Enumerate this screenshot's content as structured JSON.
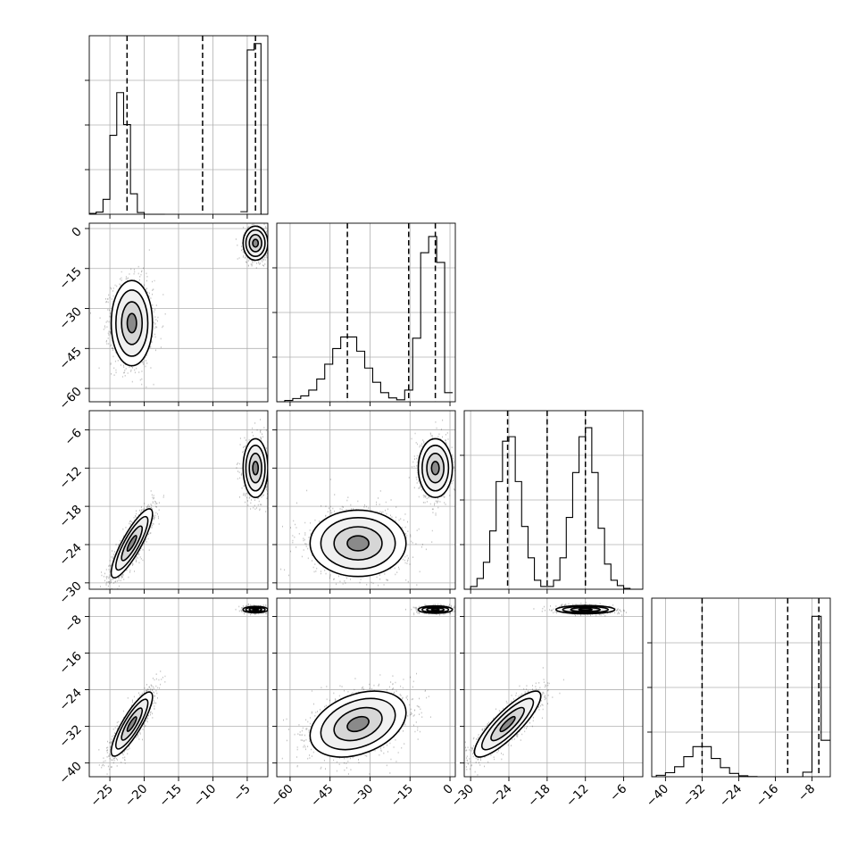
{
  "chart_data": {
    "type": "corner",
    "n_params": 4,
    "grid": true,
    "colors": {
      "line": "#000000",
      "grid": "#b0b0b0",
      "scatter": "#000000",
      "contour_fill": "#f2f2f2"
    },
    "params": [
      {
        "range": [
          -28,
          -2
        ],
        "ticks": [
          -25,
          -20,
          -15,
          -10,
          -5
        ],
        "tick_labels": [
          "−25",
          "−20",
          "−15",
          "−10",
          "−5"
        ]
      },
      {
        "range": [
          -65,
          2
        ],
        "ticks": [
          -60,
          -45,
          -30,
          -15,
          0
        ],
        "tick_labels": [
          "−60",
          "−45",
          "−30",
          "−15",
          "0"
        ]
      },
      {
        "range": [
          -31,
          -3
        ],
        "ticks": [
          -30,
          -24,
          -18,
          -12,
          -6
        ],
        "tick_labels": [
          "−30",
          "−24",
          "−18",
          "−12",
          "−6"
        ]
      },
      {
        "range": [
          -43,
          -4
        ],
        "ticks": [
          -40,
          -32,
          -24,
          -16,
          -8
        ],
        "tick_labels": [
          "−40",
          "−32",
          "−24",
          "−16",
          "−8"
        ]
      }
    ],
    "quantiles": [
      [
        -22.5,
        -11.5,
        -3.8
      ],
      [
        -38.5,
        -15.5,
        -5.5
      ],
      [
        -24.2,
        -18.0,
        -12.0
      ],
      [
        -32.0,
        -13.3,
        -6.5
      ]
    ],
    "histograms": [
      {
        "edges": [
          -28,
          -27,
          -26,
          -25,
          -24,
          -23,
          -22,
          -21,
          -20,
          -19,
          -18,
          -17
        ],
        "counts": [
          2,
          5,
          35,
          185,
          285,
          210,
          48,
          4,
          0,
          0,
          0
        ],
        "tail": {
          "edges": [
            -6,
            -5,
            -4,
            -3,
            -2
          ],
          "counts": [
            6,
            385,
            400,
            0
          ]
        },
        "ymax": 410
      },
      {
        "edges": [
          -65,
          -62,
          -59,
          -56,
          -53,
          -50,
          -47,
          -44,
          -41,
          -38,
          -35,
          -32,
          -29,
          -26,
          -23,
          -20,
          -17,
          -14,
          -11,
          -8,
          -5,
          -2,
          1
        ],
        "counts": [
          0,
          2,
          5,
          9,
          18,
          35,
          58,
          82,
          100,
          100,
          78,
          52,
          30,
          14,
          6,
          3,
          18,
          98,
          230,
          255,
          215,
          14
        ],
        "ymax": 270
      },
      {
        "edges": [
          -31,
          -30,
          -29,
          -28,
          -27,
          -26,
          -25,
          -24,
          -23,
          -22,
          -21,
          -20,
          -19,
          -18,
          -17,
          -16,
          -15,
          -14,
          -13,
          -12,
          -11,
          -10,
          -9,
          -8,
          -7,
          -6,
          -5,
          -4,
          -3
        ],
        "counts": [
          0,
          3,
          12,
          30,
          65,
          120,
          165,
          170,
          120,
          70,
          35,
          10,
          3,
          3,
          10,
          35,
          80,
          130,
          170,
          180,
          130,
          68,
          28,
          10,
          4,
          1,
          0,
          0
        ],
        "ymax": 195
      },
      {
        "edges": [
          -43,
          -42,
          -40,
          -38,
          -36,
          -34,
          -32,
          -30,
          -28,
          -26,
          -24,
          -22,
          -20,
          -18,
          -16,
          -14,
          -12,
          -10,
          -8,
          -6,
          -4
        ],
        "counts": [
          0,
          8,
          22,
          55,
          110,
          165,
          165,
          100,
          50,
          18,
          5,
          1,
          0,
          0,
          0,
          0,
          0,
          25,
          880,
          200
        ],
        "ymax": 960
      }
    ],
    "pairs": [
      {
        "x": 0,
        "y": 1,
        "modes": [
          {
            "cx": -21.8,
            "cy": -35.5,
            "sx": 1.5,
            "sy": 8.0,
            "rho": 0.0,
            "n": 1500
          },
          {
            "cx": -3.8,
            "cy": -5.5,
            "sx": 0.9,
            "sy": 3.2,
            "rho": 0.0,
            "n": 900
          }
        ]
      },
      {
        "x": 0,
        "y": 2,
        "modes": [
          {
            "cx": -21.8,
            "cy": -23.8,
            "sx": 1.5,
            "sy": 2.7,
            "rho": 0.85,
            "n": 1500
          },
          {
            "cx": -3.8,
            "cy": -12.0,
            "sx": 0.9,
            "sy": 2.3,
            "rho": 0.0,
            "n": 900
          }
        ]
      },
      {
        "x": 0,
        "y": 3,
        "modes": [
          {
            "cx": -21.8,
            "cy": -31.5,
            "sx": 1.5,
            "sy": 3.5,
            "rho": 0.85,
            "n": 1500
          },
          {
            "cx": -3.8,
            "cy": -6.5,
            "sx": 0.9,
            "sy": 0.35,
            "rho": 0.0,
            "n": 700
          }
        ]
      },
      {
        "x": 1,
        "y": 2,
        "modes": [
          {
            "cx": -34.5,
            "cy": -23.8,
            "sx": 9.0,
            "sy": 2.6,
            "rho": 0.0,
            "n": 1500
          },
          {
            "cx": -5.5,
            "cy": -12.0,
            "sx": 3.2,
            "sy": 2.3,
            "rho": 0.0,
            "n": 900
          }
        ]
      },
      {
        "x": 1,
        "y": 3,
        "modes": [
          {
            "cx": -34.5,
            "cy": -31.5,
            "sx": 9.0,
            "sy": 3.6,
            "rho": 0.35,
            "n": 1500
          },
          {
            "cx": -5.5,
            "cy": -6.5,
            "sx": 3.2,
            "sy": 0.4,
            "rho": 0.0,
            "n": 700
          }
        ]
      },
      {
        "x": 2,
        "y": 3,
        "modes": [
          {
            "cx": -24.2,
            "cy": -31.5,
            "sx": 2.6,
            "sy": 3.6,
            "rho": 0.85,
            "n": 1500
          },
          {
            "cx": -12.0,
            "cy": -6.5,
            "sx": 2.3,
            "sy": 0.45,
            "rho": 0.0,
            "n": 900
          }
        ]
      }
    ]
  }
}
